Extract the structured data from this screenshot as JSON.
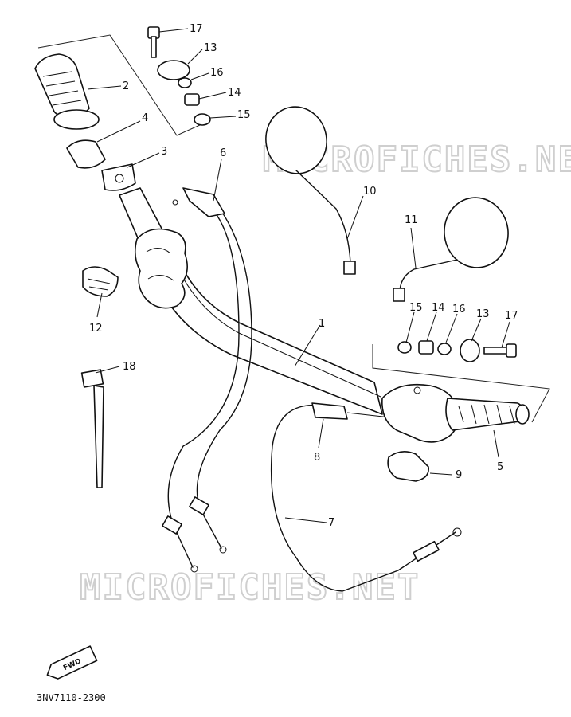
{
  "watermark": "MICROFICHES.NET",
  "diagram_code": "3NV7110-2300",
  "direction_label": "FWD",
  "callouts": {
    "c1": "1",
    "c2": "2",
    "c3": "3",
    "c4": "4",
    "c5": "5",
    "c6": "6",
    "c7": "7",
    "c8": "8",
    "c9": "9",
    "c10": "10",
    "c11": "11",
    "c12": "12",
    "c13a": "13",
    "c14a": "14",
    "c15a": "15",
    "c16a": "16",
    "c17a": "17",
    "c13b": "13",
    "c14b": "14",
    "c15b": "15",
    "c16b": "16",
    "c17b": "17",
    "c18": "18"
  }
}
